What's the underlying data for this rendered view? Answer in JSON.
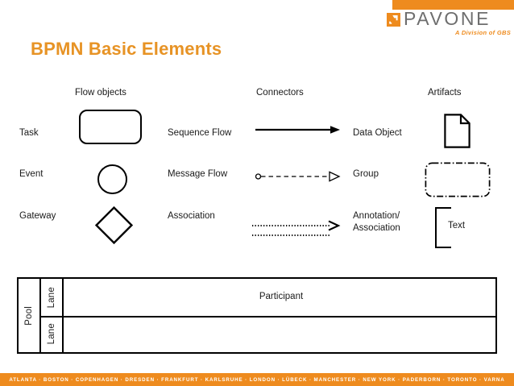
{
  "brand": {
    "logo_word": "PAVONE",
    "logo_tagline": "A Division of GBS",
    "orange": "#ee8b1e",
    "title_orange": "#e79325",
    "logo_gray": "#6e6e6e"
  },
  "slide": {
    "title": "BPMN Basic Elements"
  },
  "columns": {
    "flow_objects": "Flow objects",
    "connectors": "Connectors",
    "artifacts": "Artifacts"
  },
  "flow_objects": [
    {
      "label": "Task",
      "shape": "rounded-rectangle"
    },
    {
      "label": "Event",
      "shape": "circle"
    },
    {
      "label": "Gateway",
      "shape": "diamond"
    }
  ],
  "connectors": [
    {
      "label": "Sequence Flow",
      "shape": "solid-arrow"
    },
    {
      "label": "Message Flow",
      "shape": "dashed-arrow-open"
    },
    {
      "label": "Association",
      "shape": "dotted-arrow"
    }
  ],
  "artifacts": [
    {
      "label": "Data Object",
      "shape": "document"
    },
    {
      "label": "Group",
      "shape": "dash-dot-rounded-rectangle"
    },
    {
      "label": "Annotation/",
      "label2": "Association",
      "shape": "bracket",
      "inner_text": "Text"
    }
  ],
  "pool": {
    "pool_label": "Pool",
    "lane_top_label": "Lane",
    "lane_bottom_label": "Lane",
    "participant_label": "Participant"
  },
  "footer": {
    "cities": "ATLANTA · BOSTON · COPENHAGEN · DRESDEN · FRANKFURT · KARLSRUHE · LONDON · LÜBECK · MANCHESTER · NEW YORK · PADERBORN · TORONTO · VARNA"
  }
}
